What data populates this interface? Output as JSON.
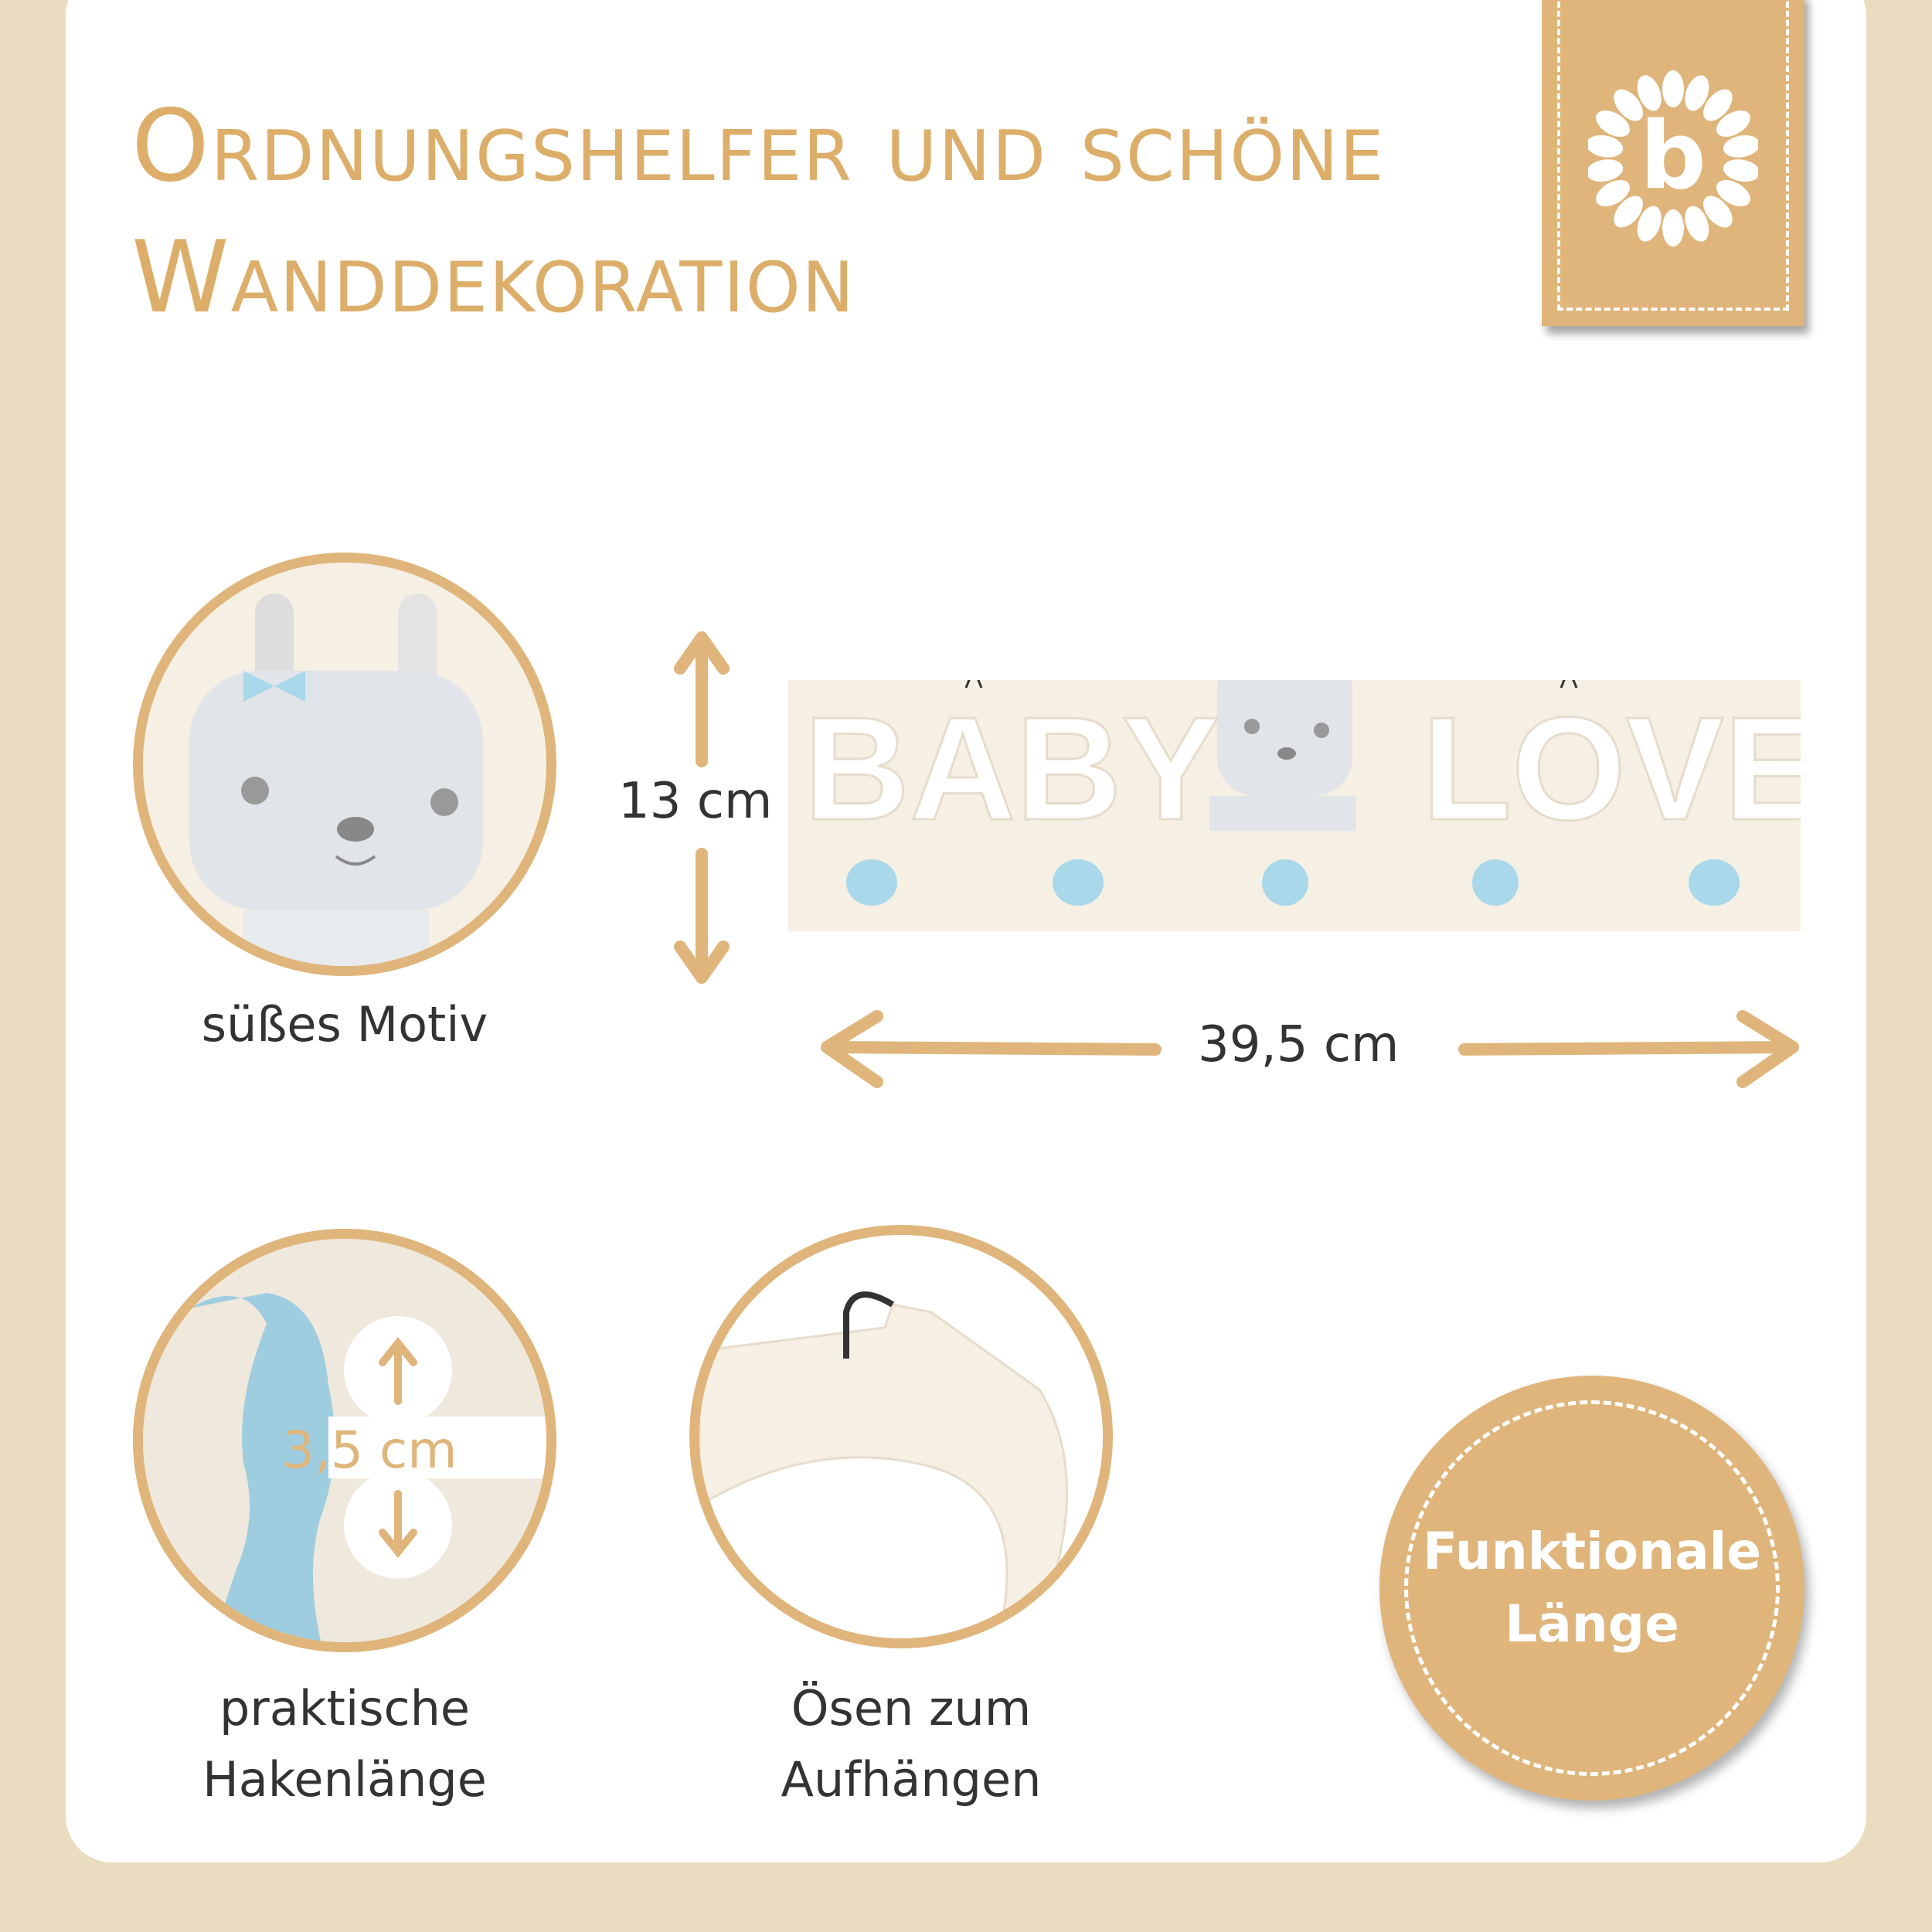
{
  "title": {
    "line1": "Ordnungshelfer und schöne",
    "line2": "Wanddekoration"
  },
  "logo": {
    "letter": "b"
  },
  "product": {
    "word1": "BABY",
    "word2": "LOVE"
  },
  "dimensions": {
    "height": "13 cm",
    "width": "39,5 cm",
    "hook": "3,5 cm"
  },
  "features": [
    {
      "label": "süßes Motiv"
    },
    {
      "line1": "praktische",
      "line2": "Hakenlänge"
    },
    {
      "line1": "Ösen zum",
      "line2": "Aufhängen"
    }
  ],
  "badge": {
    "line1": "Funktionale",
    "line2": "Länge"
  },
  "colors": {
    "accent": "#dfb57b",
    "title": "#dcae6a",
    "peg": "#a9d8ea",
    "wood": "#f5efe4"
  }
}
